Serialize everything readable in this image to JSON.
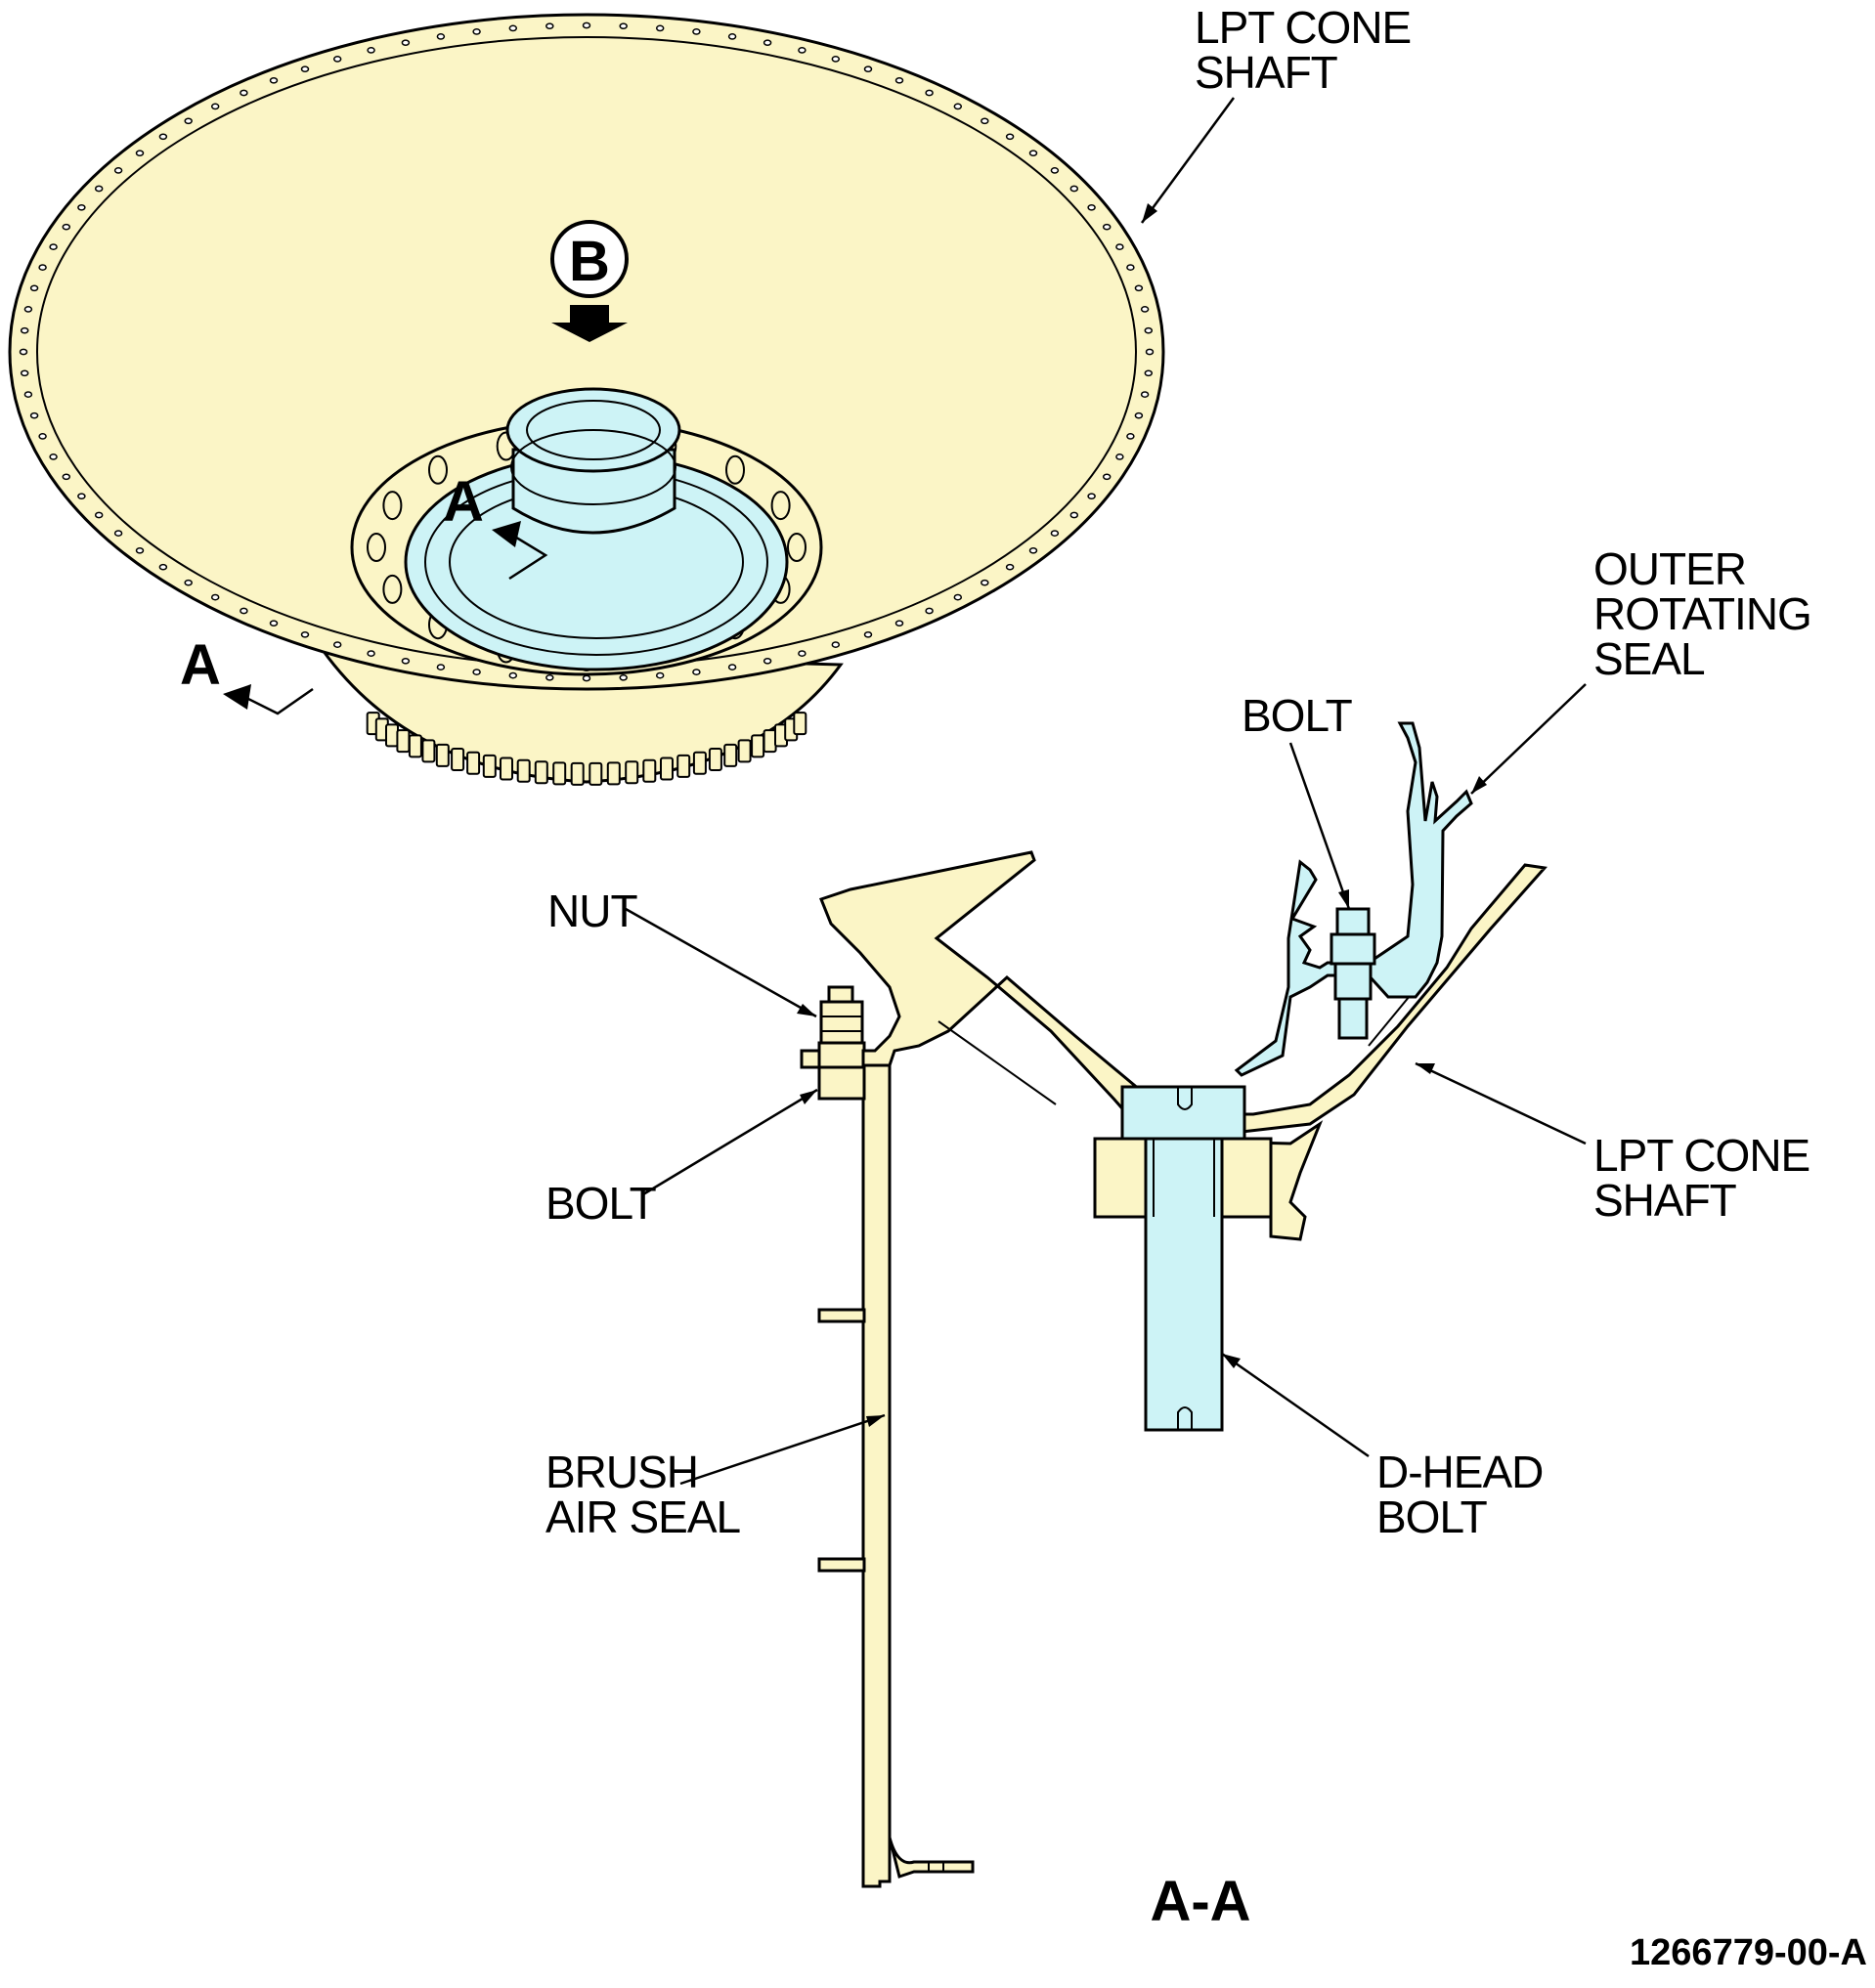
{
  "labels": {
    "lpt_cone_shaft_top": [
      "LPT CONE",
      "SHAFT"
    ],
    "outer_rotating_seal": [
      "OUTER",
      "ROTATING",
      "SEAL"
    ],
    "bolt_upper": "BOLT",
    "nut": "NUT",
    "bolt_left": "BOLT",
    "lpt_cone_shaft_right": [
      "LPT CONE",
      "SHAFT"
    ],
    "brush_air_seal": [
      "BRUSH",
      "AIR SEAL"
    ],
    "d_head_bolt": [
      "D-HEAD",
      "BOLT"
    ],
    "section_marker": "A",
    "view_marker": "B",
    "section_title": "A-A",
    "figure_id": "1266779-00-A"
  },
  "colors": {
    "part_yellow": "#fbf5c6",
    "part_blue": "#cdf3f6",
    "outline": "#000000"
  }
}
